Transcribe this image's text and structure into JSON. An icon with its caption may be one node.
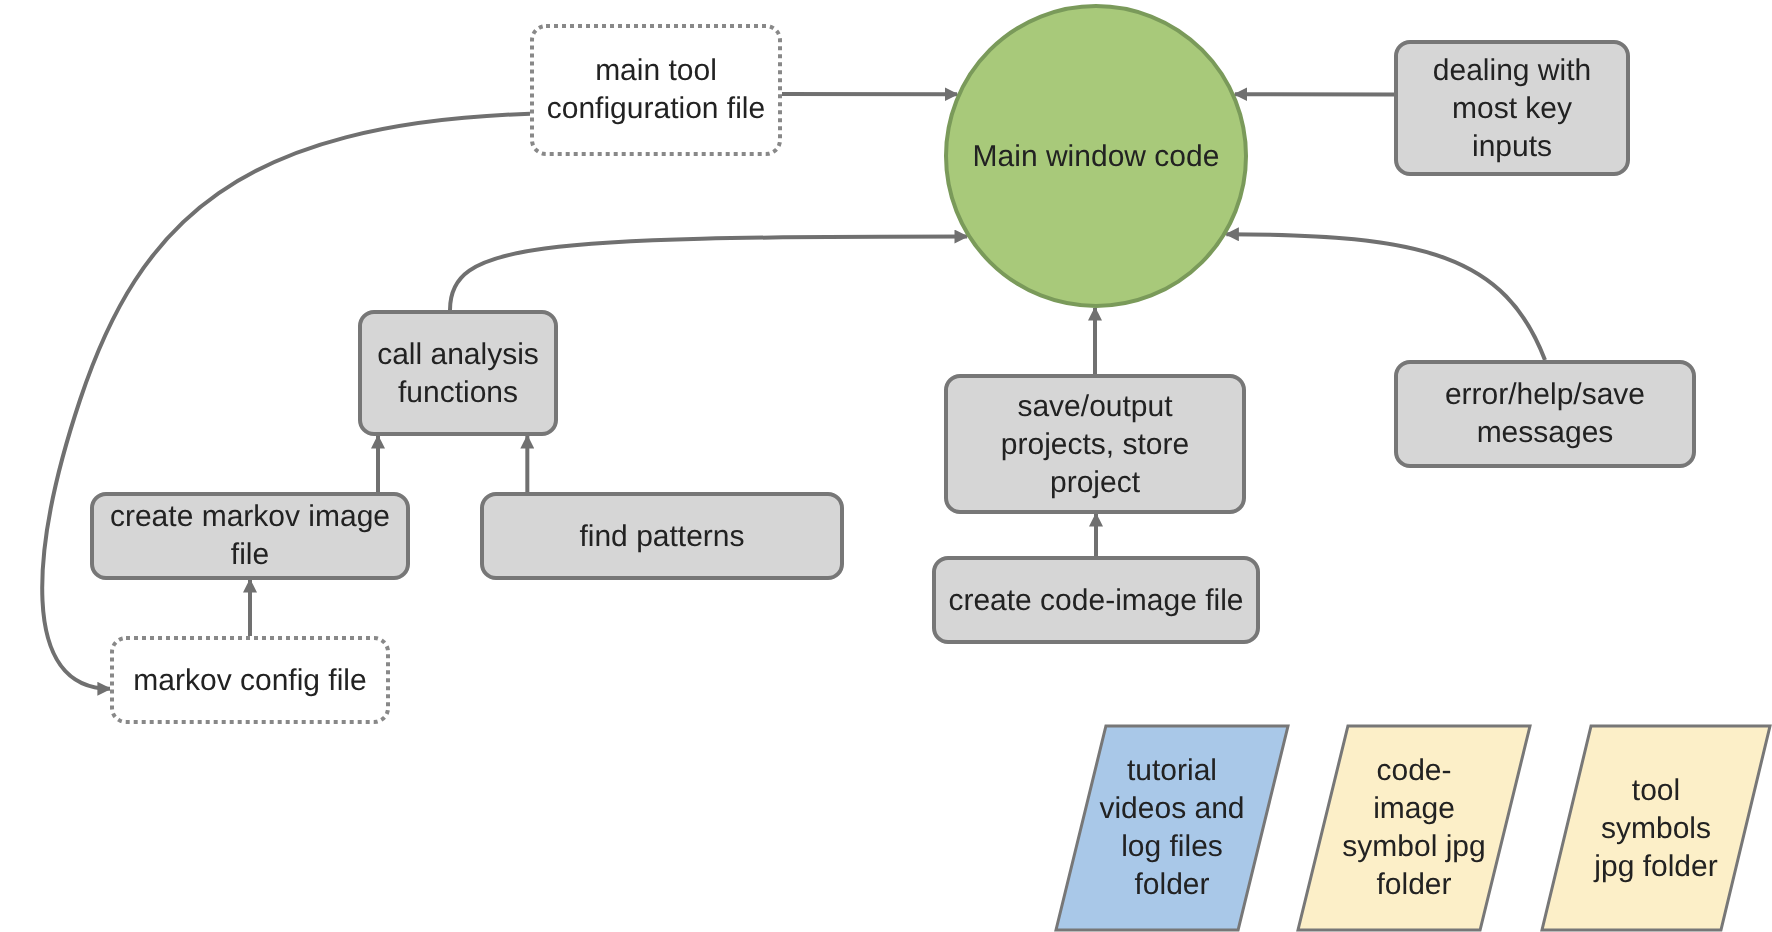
{
  "diagram": {
    "nodes": [
      {
        "text": [
          "main tool configuration file"
        ]
      },
      {
        "text": [
          "Main window code"
        ]
      },
      {
        "text": [
          "dealing with most key inputs"
        ]
      },
      {
        "text": [
          "call analysis functions"
        ]
      },
      {
        "text": [
          "create markov image file"
        ]
      },
      {
        "text": [
          "find patterns"
        ]
      },
      {
        "text": [
          "markov config file"
        ]
      },
      {
        "text": [
          "save/output projects, store project"
        ]
      },
      {
        "text": [
          "create code-image file"
        ]
      },
      {
        "text": [
          "error/help/save messages"
        ]
      },
      {
        "text": [
          "tutorial videos and log files folder"
        ]
      },
      {
        "text": [
          "code-image symbol jpg folder"
        ]
      },
      {
        "text": [
          "tool symbols jpg folder"
        ]
      }
    ],
    "edges": [
      {
        "from": 0,
        "to": 1,
        "arrow": "to"
      },
      {
        "from": 2,
        "to": 1,
        "arrow": "to"
      },
      {
        "from": 3,
        "to": 1,
        "arrow": "to"
      },
      {
        "from": 9,
        "to": 1,
        "arrow": "to"
      },
      {
        "from": 7,
        "to": 1,
        "arrow": "to"
      },
      {
        "from": 8,
        "to": 7,
        "arrow": "to"
      },
      {
        "from": 4,
        "to": 3,
        "arrow": "to"
      },
      {
        "from": 5,
        "to": 3,
        "arrow": "to"
      },
      {
        "from": 6,
        "to": 4,
        "arrow": "to"
      },
      {
        "from": 0,
        "to": 6,
        "arrow": "to"
      }
    ]
  }
}
